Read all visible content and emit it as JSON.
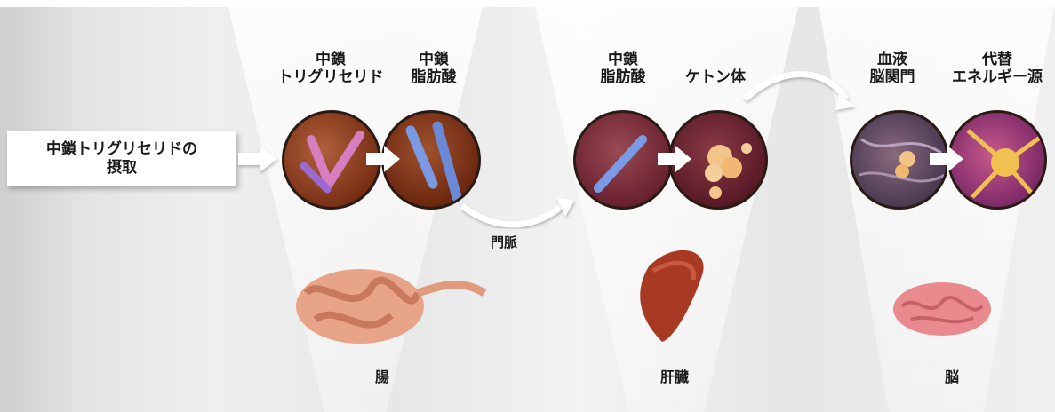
{
  "stage_labels": {
    "mct": "中鎖\nトリグリセリド",
    "mcfa_1": "中鎖\n脂肪酸",
    "mcfa_2": "中鎖\n脂肪酸",
    "ketone": "ケトン体",
    "bbb": "血液\n脳関門",
    "alt_energy": "代替\nエネルギー源"
  },
  "intake": "中鎖トリグリセリドの\n摂取",
  "portal_vein": "門脈",
  "organs": {
    "intestine": "腸",
    "liver": "肝臓",
    "brain": "脳"
  },
  "colors": {
    "arrow": "#ffffff",
    "text": "#1a1a1a"
  }
}
